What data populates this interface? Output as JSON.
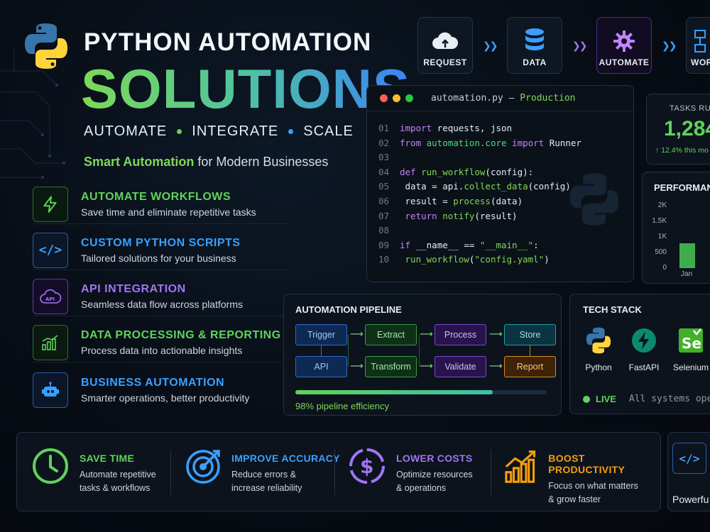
{
  "header": {
    "title_line1": "PYTHON AUTOMATION",
    "title_line2": "SOLUTIONS",
    "tagline": [
      "AUTOMATE",
      "INTEGRATE",
      "SCALE"
    ],
    "subtitle_highlight": "Smart Automation",
    "subtitle_rest": " for Modern Businesses"
  },
  "features": [
    {
      "title": "AUTOMATE WORKFLOWS",
      "desc": "Save time and eliminate repetitive tasks",
      "icon": "lightning-icon",
      "color": "#5fd35a"
    },
    {
      "title": "CUSTOM PYTHON SCRIPTS",
      "desc": "Tailored solutions for your business",
      "icon": "code-icon",
      "color": "#3aa0ff"
    },
    {
      "title": "API INTEGRATION",
      "desc": "Seamless data flow across platforms",
      "icon": "cloud-api-icon",
      "color": "#a274f5"
    },
    {
      "title": "DATA PROCESSING & REPORTING",
      "desc": "Process data into actionable insights",
      "icon": "bar-chart-icon",
      "color": "#5fd35a"
    },
    {
      "title": "BUSINESS AUTOMATION",
      "desc": "Smarter operations, better productivity",
      "icon": "robot-icon",
      "color": "#3aa0ff"
    }
  ],
  "flow": [
    {
      "label": "REQUEST",
      "icon": "cloud-upload-icon",
      "color": "#e6edf3"
    },
    {
      "label": "DATA",
      "icon": "database-icon",
      "color": "#3aa0ff"
    },
    {
      "label": "AUTOMATE",
      "icon": "gear-icon",
      "color": "#c084fc"
    },
    {
      "label": "WOR",
      "icon": "workflow-icon",
      "color": "#3aa0ff"
    }
  ],
  "code": {
    "filename": "automation.py",
    "separator": " — ",
    "env": "Production",
    "line_numbers": [
      "01",
      "02",
      "03",
      "04",
      "05",
      "06",
      "07",
      "08",
      "09",
      "10"
    ]
  },
  "stats": {
    "label": "TASKS RUN",
    "value": "1,284",
    "growth": "↑ 12.4% this mo"
  },
  "performance": {
    "title": "PERFORMANC",
    "y_ticks": [
      "2K",
      "1.5K",
      "1K",
      "500",
      "0"
    ],
    "x_label": "Jan"
  },
  "chart_data": {
    "type": "bar",
    "title": "PERFORMANC",
    "categories": [
      "Jan"
    ],
    "values": [
      800
    ],
    "ylim": [
      0,
      2000
    ]
  },
  "pipeline": {
    "title": "AUTOMATION PIPELINE",
    "nodes_top": [
      "Trigger",
      "Extract",
      "Process",
      "Store"
    ],
    "nodes_bottom": [
      "API",
      "Transform",
      "Validate",
      "Report"
    ],
    "efficiency_label": "98% pipeline efficiency",
    "efficiency": 0.98
  },
  "tech": {
    "title": "TECH STACK",
    "items": [
      "Python",
      "FastAPI",
      "Selenium"
    ],
    "live_label": "LIVE",
    "status_text": "All systems operati"
  },
  "benefits": [
    {
      "title": "SAVE TIME",
      "desc1": "Automate repetitive",
      "desc2": "tasks & workflows",
      "icon": "clock-icon",
      "color": "#5fd35a"
    },
    {
      "title": "IMPROVE ACCURACY",
      "desc1": "Reduce errors &",
      "desc2": "increase reliability",
      "icon": "target-icon",
      "color": "#3aa0ff"
    },
    {
      "title": "LOWER COSTS",
      "desc1": "Optimize resources",
      "desc2": "& operations",
      "icon": "dollar-icon",
      "color": "#a274f5"
    },
    {
      "title": "BOOST PRODUCTIVITY",
      "desc1": "Focus on what matters",
      "desc2": "& grow faster",
      "icon": "growth-chart-icon",
      "color": "#f59e0b"
    }
  ],
  "extra_label": "Powerfu"
}
